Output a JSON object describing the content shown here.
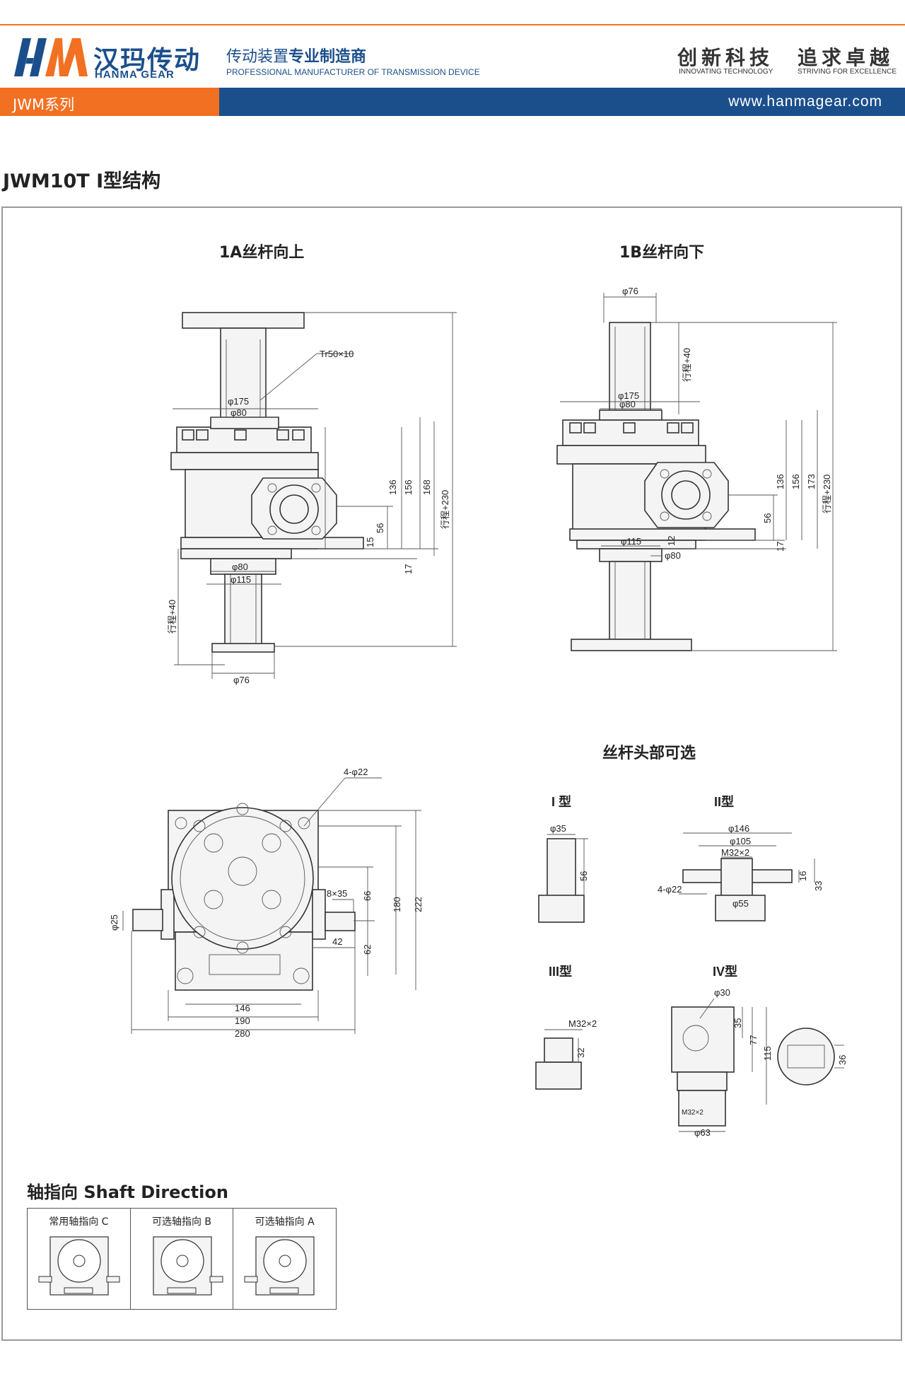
{
  "header": {
    "brand_cn": "汉玛传动",
    "brand_en": "HANMA GEAR",
    "slogan_cn_a": "传动装置",
    "slogan_cn_b": "专业制造商",
    "slogan_en": "PROFESSIONAL MANUFACTURER OF TRANSMISSION DEVICE",
    "motto1_cn": "创新科技",
    "motto1_en": "INNOVATING TECHNOLOGY",
    "motto2_cn": "追求卓越",
    "motto2_en": "STRIVING FOR EXCELLENCE",
    "series": "JWM系列",
    "website": "www.hanmagear.com",
    "colors": {
      "brand_blue": "#1b4f8c",
      "accent_orange": "#f27022"
    }
  },
  "page_title": "JWM10T I型结构",
  "views": {
    "view_1a": {
      "title": "1A丝杆向上",
      "thread": "Tr50×10",
      "dims": {
        "d175": "φ175",
        "d80_top": "φ80",
        "d80_bot": "φ80",
        "d115": "φ115",
        "d76": "φ76",
        "h136": "136",
        "h156": "156",
        "h168": "168",
        "h230": "行程+230",
        "h56": "56",
        "h15": "15",
        "h17": "17",
        "stroke40": "行程+40"
      }
    },
    "view_1b": {
      "title": "1B丝杆向下",
      "dims": {
        "d76": "φ76",
        "stroke40": "行程+40",
        "d175": "φ175",
        "d80_top": "φ80",
        "h136": "136",
        "h156": "156",
        "h173": "173",
        "h230": "行程+230",
        "h56": "56",
        "h17": "17",
        "d115": "φ115",
        "h12": "12",
        "d80_bot": "φ80"
      }
    },
    "view_top": {
      "holes": "4-φ22",
      "key": "8×35",
      "dims": {
        "d25": "φ25",
        "h66": "66",
        "h180": "180",
        "h222": "222",
        "h62": "62",
        "w42": "42",
        "w146": "146",
        "w190": "190",
        "w280": "280"
      }
    }
  },
  "head_options": {
    "title": "丝杆头部可选",
    "type1": {
      "name": "I 型",
      "d35": "φ35",
      "h56": "56"
    },
    "type2": {
      "name": "II型",
      "d146": "φ146",
      "d105": "φ105",
      "m32": "M32×2",
      "holes": "4-φ22",
      "d55": "φ55",
      "h16": "16",
      "h33": "33"
    },
    "type3": {
      "name": "III型",
      "m32": "M32×2",
      "h32": "32"
    },
    "type4": {
      "name": "IV型",
      "d30": "φ30",
      "h35": "35",
      "h77": "77",
      "h115": "115",
      "m32": "M32×2",
      "d63": "φ63",
      "w36": "36"
    }
  },
  "shaft_direction": {
    "title": "轴指向 Shaft Direction",
    "cells": [
      "常用轴指向 C",
      "可选轴指向 B",
      "可选轴指向 A"
    ]
  }
}
